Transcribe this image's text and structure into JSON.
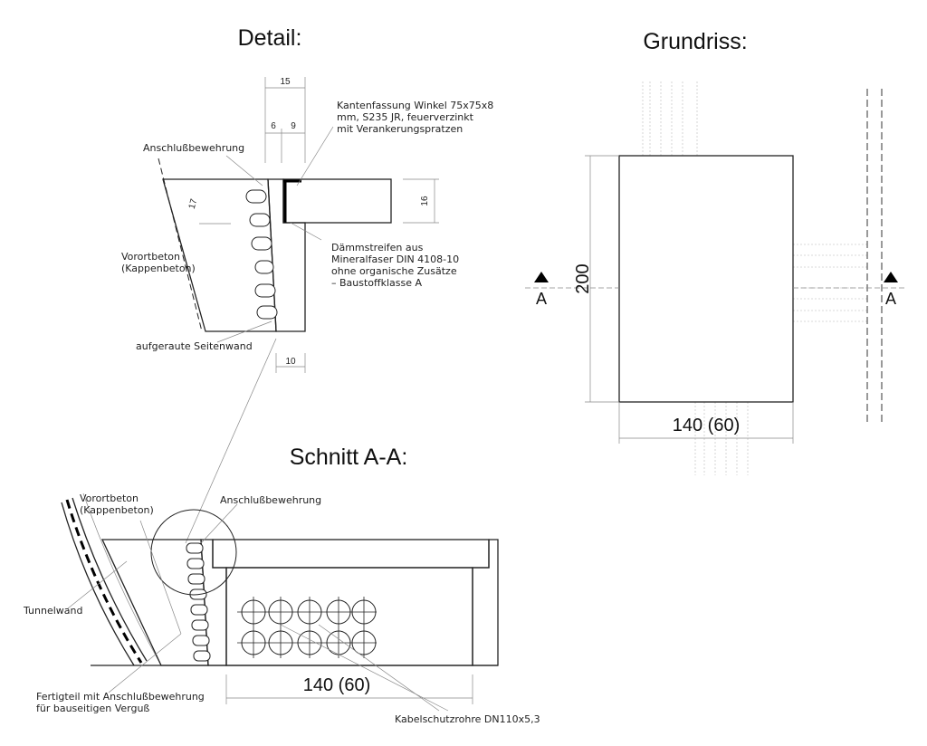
{
  "titles": {
    "detail": "Detail:",
    "grundriss": "Grundriss:",
    "schnitt": "Schnitt A-A:"
  },
  "detail": {
    "dims": {
      "d15": "15",
      "d6": "6",
      "d9": "9",
      "d16": "16",
      "d17": "17",
      "d10": "10"
    },
    "labels": {
      "kanten": [
        "Kantenfassung Winkel 75x75x8",
        "mm, S235 JR, feuerverzinkt",
        "mit Verankerungspratzen"
      ],
      "anschluss": "Anschlußbewehrung",
      "vorort": [
        "Vorortbeton",
        "(Kappenbeton)"
      ],
      "daemm": [
        "Dämmstreifen aus",
        "Mineralfaser DIN 4108-10",
        "ohne organische Zusätze",
        "– Baustoffklasse A"
      ],
      "seitenwand": "aufgeraute Seitenwand"
    }
  },
  "grundriss": {
    "height_dim": "200",
    "width_dim": "140 (60)",
    "section_mark": "A"
  },
  "schnitt": {
    "width_dim": "140 (60)",
    "labels": {
      "vorort": [
        "Vorortbeton",
        "(Kappenbeton)"
      ],
      "anschluss": "Anschlußbewehrung",
      "tunnel": "Tunnelwand",
      "fertigteil": [
        "Fertigteil mit Anschlußbewehrung",
        "für bauseitigen Verguß"
      ],
      "kabel": "Kabelschutzrohre DN110x5,3"
    }
  }
}
